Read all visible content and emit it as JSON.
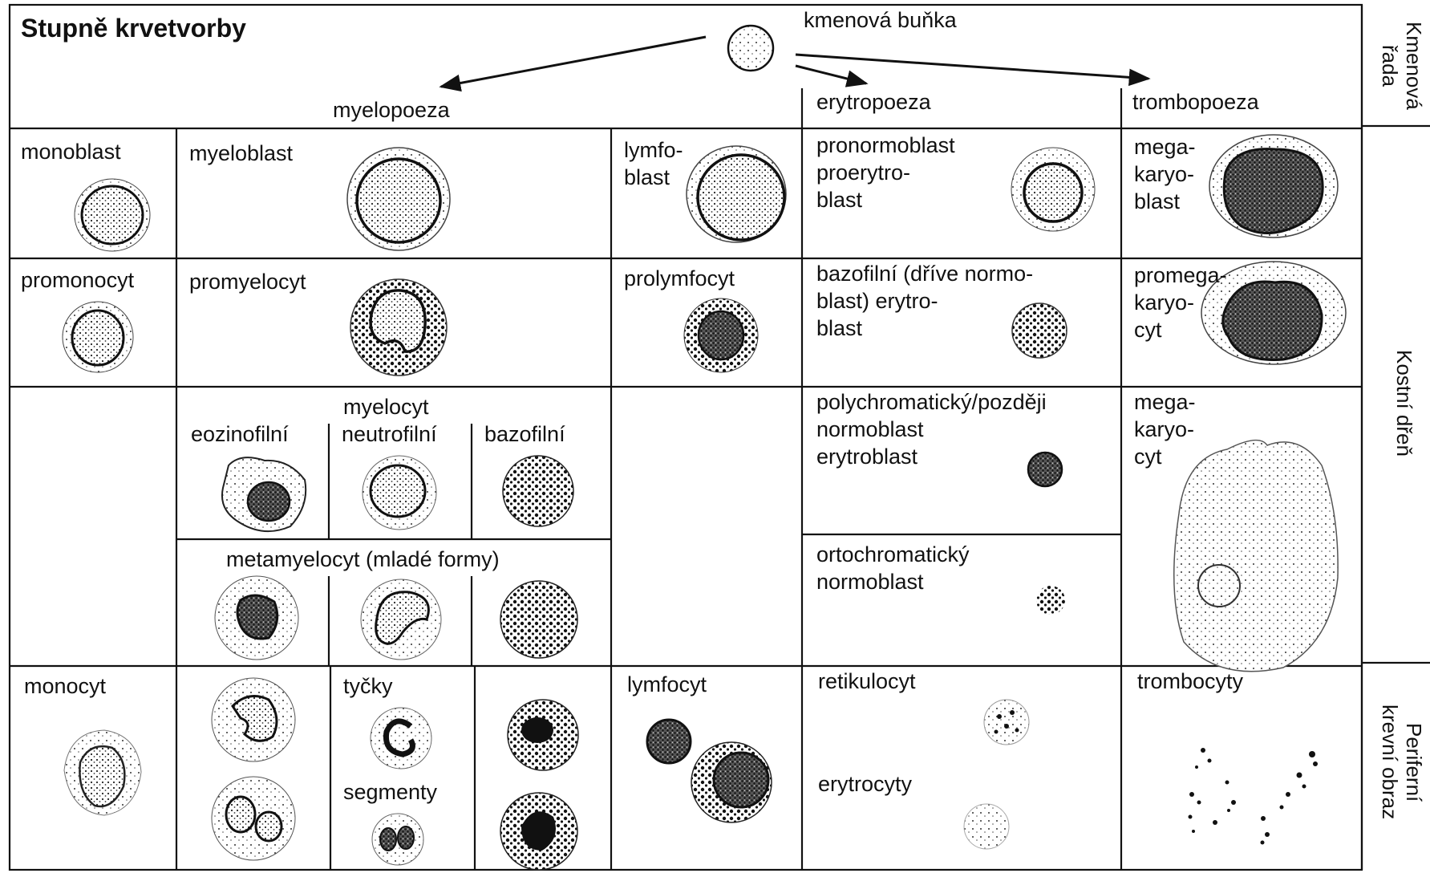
{
  "title": "Stupně krvetvorby",
  "stem": "kmenová buňka",
  "branches": {
    "myelo": "myelopoeza",
    "erytro": "erytropoeza",
    "trombo": "trombopoeza"
  },
  "side_labels": {
    "stem_row": "Kmenová\nřada",
    "marrow": "Kostní dřeň",
    "peripheral": "Periferní\nkrevní obraz"
  },
  "cells": {
    "monoblast": "monoblast",
    "myeloblast": "myeloblast",
    "lymfoblast": "lymfo-\nblast",
    "pronormoblast": "pronormoblast\nproerytro-\nblast",
    "megakaryoblast": "mega-\nkaryo-\nblast",
    "promonocyt": "promonocyt",
    "promyelocyt": "promyelocyt",
    "prolymfocyt": "prolymfocyt",
    "bazofilni_erytroblast": "bazofilní (dříve normo-\nblast) erytro-\nblast",
    "promegakaryocyt": "promega-\nkaryo-\ncyt",
    "myelocyt": "myelocyt",
    "eozinofilni": "eozinofilní",
    "neutrofilni": "neutrofilní",
    "bazofilni": "bazofilní",
    "polychromaticky": "polychromatický/později\nnormoblast\nerytroblast",
    "megakaryocyt": "mega-\nkaryo-\ncyt",
    "metamyelocyt": "metamyelocyt (mladé formy)",
    "ortochromaticky": "ortochromatický\nnormoblast",
    "monocyt": "monocyt",
    "tycky": "tyčky",
    "segmenty": "segmenty",
    "lymfocyt": "lymfocyt",
    "retikulocyt": "retikulocyt",
    "erytrocyty": "erytrocyty",
    "trombocyty": "trombocyty"
  }
}
